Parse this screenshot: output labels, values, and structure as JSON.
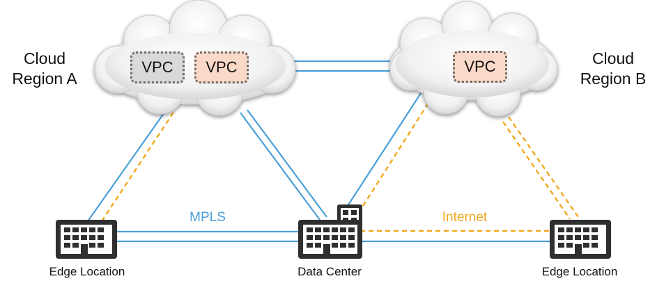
{
  "regions": {
    "a": {
      "label": "Cloud\nRegion A"
    },
    "b": {
      "label": "Cloud\nRegion B"
    }
  },
  "vpcs": {
    "a1": {
      "label": "VPC",
      "color": "#d9d9d9"
    },
    "a2": {
      "label": "VPC",
      "color": "#fbd9c8"
    },
    "b1": {
      "label": "VPC",
      "color": "#fbd9c8"
    }
  },
  "sites": {
    "edge_left": {
      "label": "Edge Location"
    },
    "data_center": {
      "label": "Data Center"
    },
    "edge_right": {
      "label": "Edge Location"
    }
  },
  "links": {
    "mpls": {
      "label": "MPLS",
      "color": "#4a9fd8"
    },
    "internet": {
      "label": "Internet",
      "color": "#f0a81e"
    }
  },
  "icons": [
    "cloud-icon",
    "building-icon",
    "data-center-building-icon"
  ]
}
